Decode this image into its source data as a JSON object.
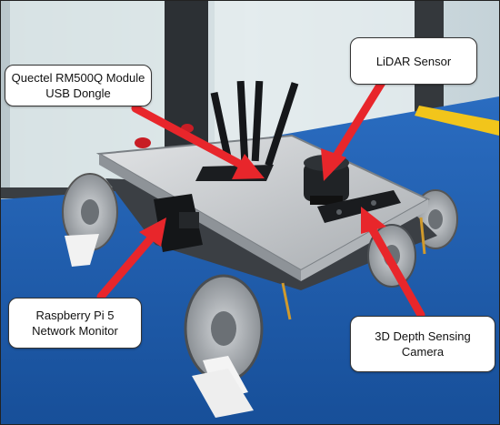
{
  "callouts": {
    "modem": {
      "line1": "Quectel RM500Q Module",
      "line2": "USB Dongle"
    },
    "lidar": {
      "line1": "LiDAR Sensor"
    },
    "raspberry": {
      "line1": "Raspberry Pi 5",
      "line2": "Network Monitor"
    },
    "camera": {
      "line1": "3D Depth Sensing",
      "line2": "Camera"
    }
  },
  "colors": {
    "arrow": "#e8262b",
    "floor": "#1f5fb0",
    "wall": "#c9d6dc",
    "chassis": "#c8ccd0",
    "tape": "#f2c51b"
  }
}
